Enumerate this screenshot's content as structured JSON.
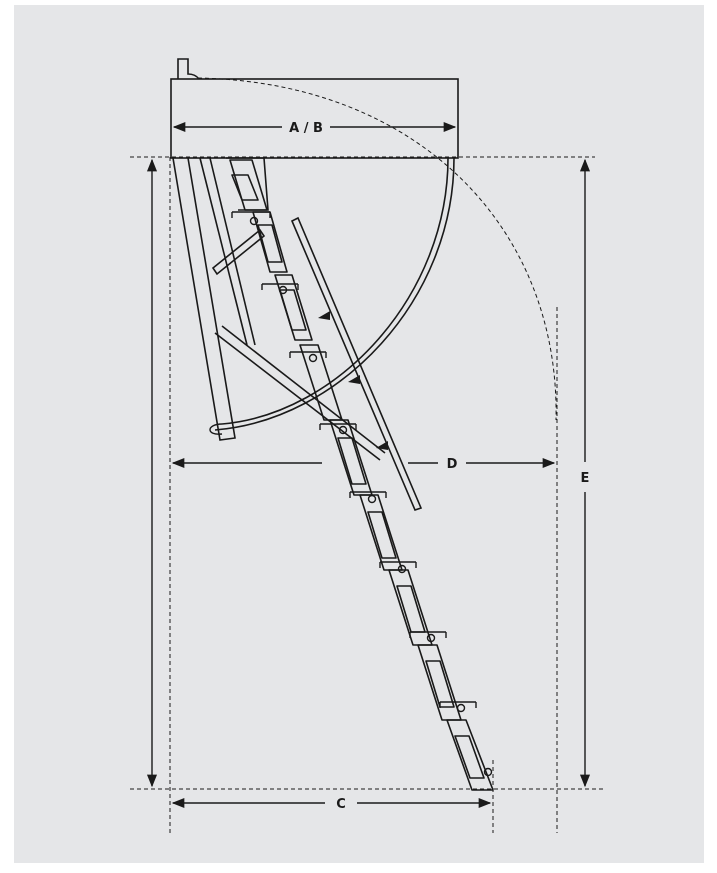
{
  "diagram": {
    "labels": {
      "width_length": "A / B",
      "floor_extent": "C",
      "arc_extent": "D",
      "height": "E"
    }
  }
}
